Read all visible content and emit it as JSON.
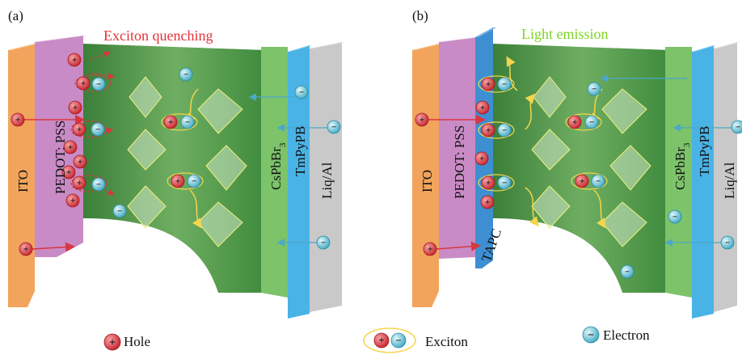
{
  "panels": [
    {
      "id": "a",
      "label": "(a)",
      "annotation": "Exciton quenching",
      "annotation_color": "#e5323a",
      "layers": [
        "ITO",
        "PEDOT: PSS",
        "CsPbBr",
        "TmPyPB",
        "Liq/Al"
      ]
    },
    {
      "id": "b",
      "label": "(b)",
      "annotation": "Light emission",
      "annotation_color": "#7ed321",
      "layers": [
        "ITO",
        "PEDOT: PSS",
        "TAPC",
        "CsPbBr",
        "TmPyPB",
        "Liq/Al"
      ]
    }
  ],
  "subscript": "3",
  "legend": {
    "hole": "Hole",
    "exciton": "Exciton",
    "electron": "Electron",
    "hole_symbol": "+",
    "electron_symbol": "−"
  },
  "colors": {
    "ito": "#f2a45c",
    "pedot": "#c98bc6",
    "tapc": "#3e8fd2",
    "perovskite": "#4f9a45",
    "csp_layer": "#7cc36a",
    "tmpypb": "#4ab3e6",
    "liq": "#c9c9c9",
    "hole": "#d9363e",
    "electron": "#5bc3d8"
  }
}
